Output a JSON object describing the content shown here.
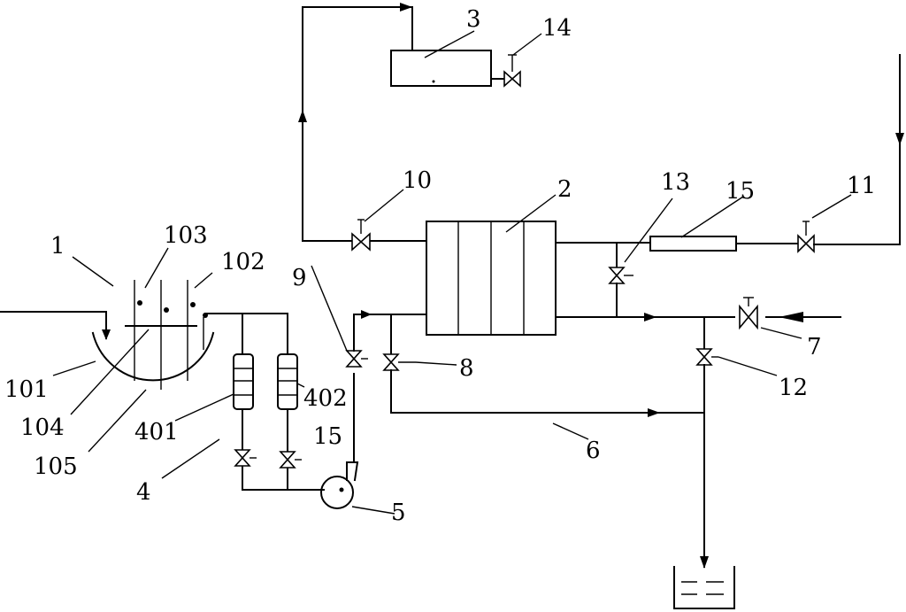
{
  "diagram": {
    "labels": {
      "l1": "1",
      "l2": "2",
      "l3": "3",
      "l4": "4",
      "l5": "5",
      "l6": "6",
      "l7": "7",
      "l8": "8",
      "l9": "9",
      "l10": "10",
      "l11": "11",
      "l12": "12",
      "l13": "13",
      "l14": "14",
      "l15a": "15",
      "l15b": "15",
      "l101": "101",
      "l102": "102",
      "l103": "103",
      "l104": "104",
      "l105": "105",
      "l401": "401",
      "l402": "402"
    }
  }
}
